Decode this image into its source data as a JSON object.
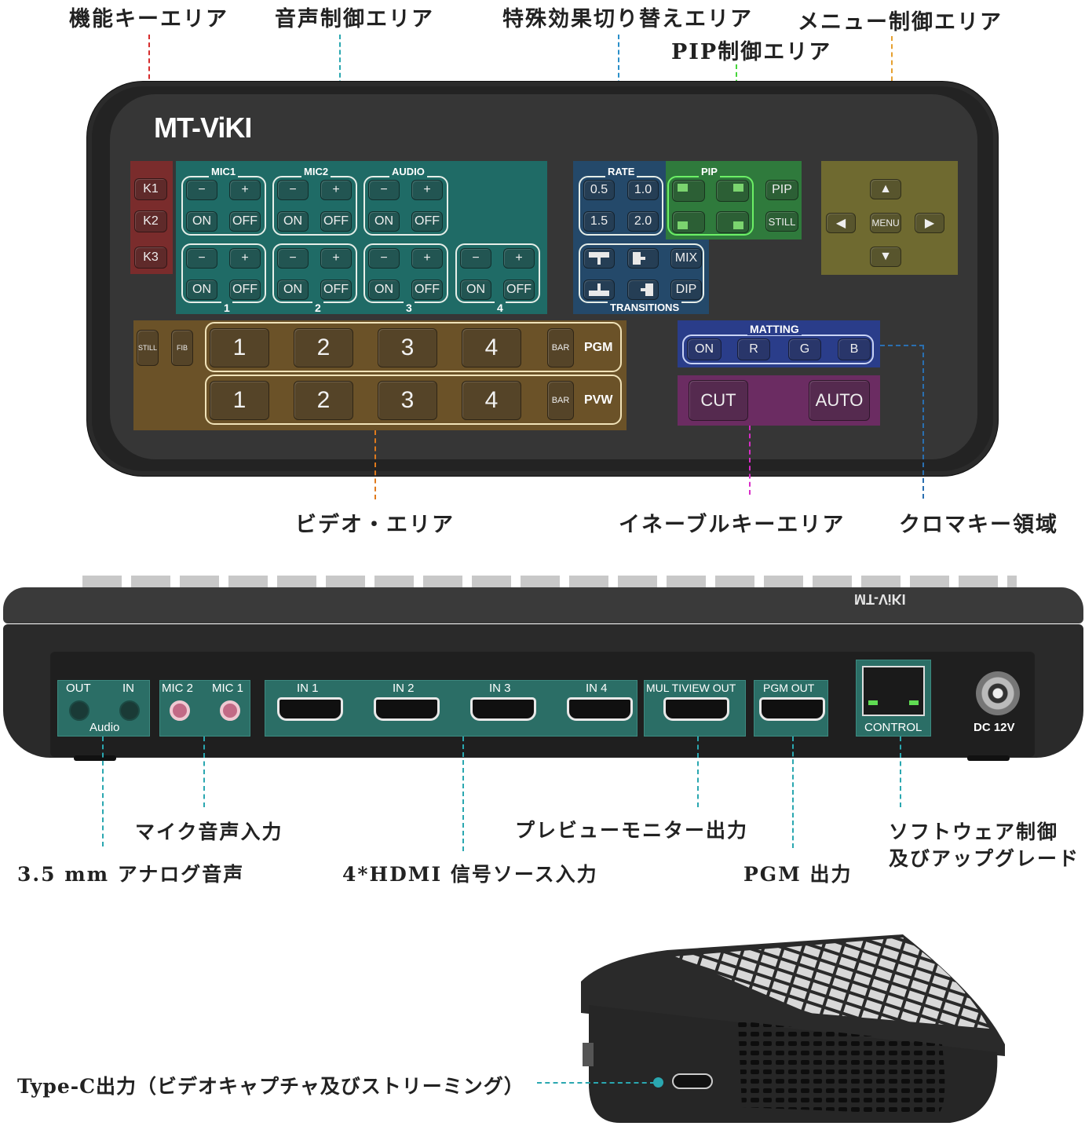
{
  "top_labels": {
    "function_keys": "機能キーエリア",
    "audio": "音声制御エリア",
    "effects": "特殊効果切り替えエリア",
    "pip": "PIP制御エリア",
    "menu": "メニュー制御エリア",
    "video": "ビデオ・エリア",
    "enable_key": "イネーブルキーエリア",
    "chroma": "クロマキー領域"
  },
  "device": {
    "brand": "MT-ViKI",
    "fkeys": [
      "K1",
      "K2",
      "K3"
    ],
    "mic1": "MIC1",
    "mic2": "MIC2",
    "audio": "AUDIO",
    "minus": "−",
    "plus": "+",
    "on": "ON",
    "off": "OFF",
    "ch_nums": [
      "1",
      "2",
      "3",
      "4"
    ],
    "rate_label": "RATE",
    "rates": [
      "0.5",
      "1.0",
      "1.5",
      "2.0"
    ],
    "pip_label": "PIP",
    "pip_btn": "PIP",
    "still_btn": "STILL",
    "mix": "MIX",
    "dip": "DIP",
    "transitions": "TRANSITIONS",
    "menu": "MENU",
    "still_small": "STILL",
    "fib": "FIB",
    "bar": "BAR",
    "pgm": "PGM",
    "pvw": "PVW",
    "matting": "MATTING",
    "matting_btns": [
      "ON",
      "R",
      "G",
      "B"
    ],
    "cut": "CUT",
    "auto": "AUTO"
  },
  "back": {
    "brand_mirror": "MT-ViKI",
    "out": "OUT",
    "in": "IN",
    "audio": "Audio",
    "mic2": "MIC 2",
    "mic1": "MIC 1",
    "in1": "IN 1",
    "in2": "IN 2",
    "in3": "IN 3",
    "in4": "IN 4",
    "multiview": "MUL TIVIEW OUT",
    "pgm_out": "PGM OUT",
    "control": "CONTROL",
    "dc": "DC  12V"
  },
  "bottom_labels": {
    "mic_input": "マイク音声入力",
    "analog": "3.5 mm アナログ音声",
    "hdmi": "4*HDMI 信号ソース入力",
    "preview": "プレビューモニター出力",
    "pgm": "PGM 出力",
    "software1": "ソフトウェア制御",
    "software2": "及びアップグレード",
    "typec": "Type-C出力（ビデオキャプチャ及びストリーミング）"
  },
  "colors": {
    "red": "#d62b2b",
    "teal": "#2aa7b0",
    "blue": "#2a8fc9",
    "green": "#45d63a",
    "orange": "#e6a030",
    "dark_orange": "#e07a1c",
    "magenta": "#d92cc8",
    "navy": "#2a6fb0"
  }
}
